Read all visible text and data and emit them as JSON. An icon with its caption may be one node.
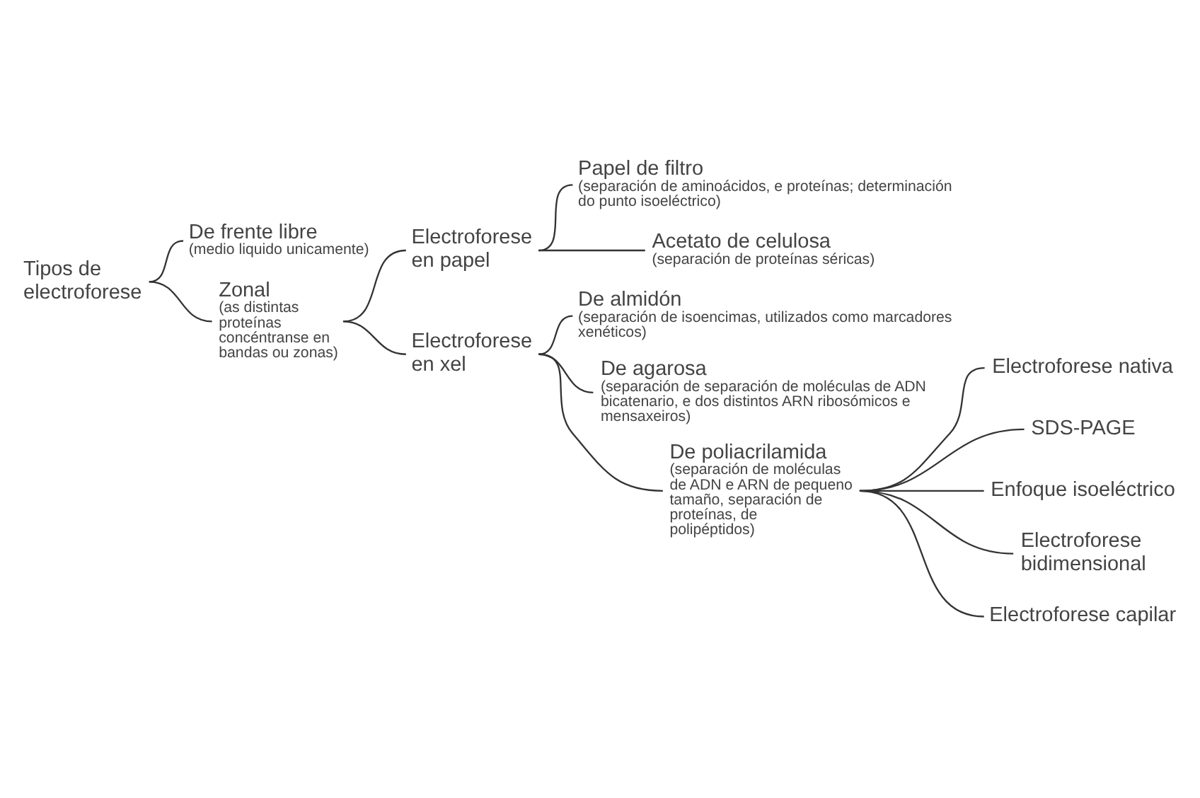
{
  "diagram": {
    "nodes": [
      {
        "text": [
          "Tipos de electroforese"
        ]
      },
      {
        "text": [
          "De frente libre",
          "(medio liquido unicamente)"
        ]
      },
      {
        "text": [
          "Zonal",
          "(as distintas proteínas concéntranse en bandas ou zonas)"
        ]
      },
      {
        "text": [
          "Electroforese en papel"
        ]
      },
      {
        "text": [
          "Papel de filtro",
          "(separación de aminoácidos, e proteínas; determinación do punto isoeléctrico)"
        ]
      },
      {
        "text": [
          "Acetato de celulosa",
          "(separación de proteínas séricas)"
        ]
      },
      {
        "text": [
          "Electroforese en xel"
        ]
      },
      {
        "text": [
          "De almidón",
          "(separación de isoencimas, utilizados como marcadores xenéticos)"
        ]
      },
      {
        "text": [
          "De agarosa",
          "(separación de separación de moléculas de ADN bicatenario, e dos distintos ARN ribosómicos e mensaxeiros)"
        ]
      },
      {
        "text": [
          "De poliacrilamida",
          "(separación de moléculas de ADN e ARN de pequeno tamaño, separación de proteínas, de polipéptidos)"
        ]
      },
      {
        "text": [
          "Electroforese nativa"
        ]
      },
      {
        "text": [
          "SDS-PAGE"
        ]
      },
      {
        "text": [
          "Enfoque isoeléctrico"
        ]
      },
      {
        "text": [
          "Electroforese bidimensional"
        ]
      },
      {
        "text": [
          "Electroforese capilar"
        ]
      }
    ],
    "edges": [
      {
        "from": 0,
        "to": 1,
        "arrow": "none"
      },
      {
        "from": 0,
        "to": 2,
        "arrow": "none"
      },
      {
        "from": 2,
        "to": 3,
        "arrow": "none"
      },
      {
        "from": 2,
        "to": 6,
        "arrow": "none"
      },
      {
        "from": 3,
        "to": 4,
        "arrow": "none"
      },
      {
        "from": 3,
        "to": 5,
        "arrow": "none"
      },
      {
        "from": 6,
        "to": 7,
        "arrow": "none"
      },
      {
        "from": 6,
        "to": 8,
        "arrow": "none"
      },
      {
        "from": 6,
        "to": 9,
        "arrow": "none"
      },
      {
        "from": 9,
        "to": 10,
        "arrow": "none"
      },
      {
        "from": 9,
        "to": 11,
        "arrow": "none"
      },
      {
        "from": 9,
        "to": 12,
        "arrow": "none"
      },
      {
        "from": 9,
        "to": 13,
        "arrow": "none"
      },
      {
        "from": 9,
        "to": 14,
        "arrow": "none"
      }
    ]
  }
}
